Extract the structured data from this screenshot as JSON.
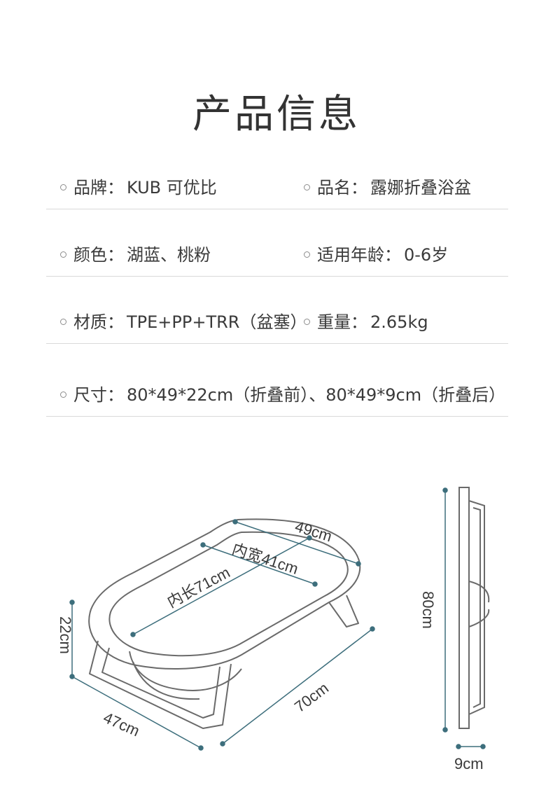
{
  "title": "产品信息",
  "rows": [
    [
      {
        "label": "品牌：",
        "value": "KUB 可优比"
      },
      {
        "label": "品名：",
        "value": "露娜折叠浴盆"
      }
    ],
    [
      {
        "label": "颜色：",
        "value": "湖蓝、桃粉"
      },
      {
        "label": "适用年龄：",
        "value": "0-6岁"
      }
    ],
    [
      {
        "label": "材质：",
        "value": "TPE+PP+TRR（盆塞）"
      },
      {
        "label": "重量：",
        "value": "2.65kg"
      }
    ],
    [
      {
        "label": "尺寸：",
        "value": "80*49*22cm（折叠前）、80*49*9cm（折叠后）"
      }
    ]
  ],
  "dimensions": {
    "width_top": "49cm",
    "inner_width": "内宽41cm",
    "inner_length": "内长71cm",
    "height": "22cm",
    "depth": "47cm",
    "length": "70cm",
    "folded_length": "80cm",
    "folded_thickness": "9cm"
  },
  "colors": {
    "text": "#3a3a3a",
    "line": "#d9d9d9",
    "dim_line": "#3d6e7c",
    "tub_stroke": "#6a6a6a"
  }
}
